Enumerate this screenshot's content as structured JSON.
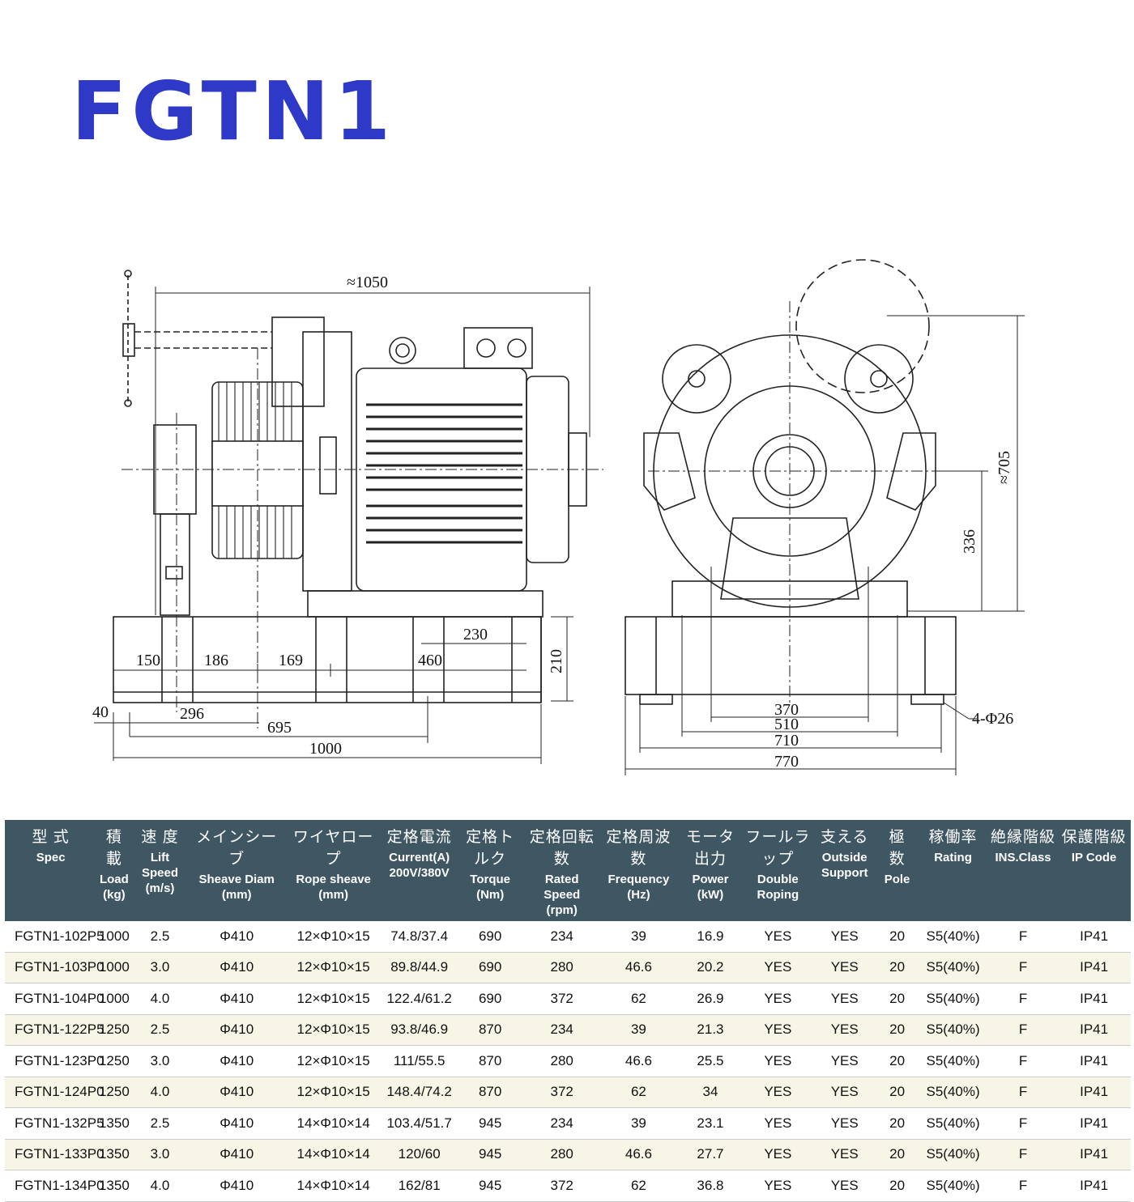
{
  "title": "FGTN1",
  "dimensions": {
    "side_view": [
      "≈1050",
      "230",
      "150",
      "186",
      "169",
      "460",
      "210",
      "40",
      "296",
      "695",
      "1000"
    ],
    "front_view": [
      "≈705",
      "336",
      "370",
      "510",
      "710",
      "770",
      "4-Φ26"
    ]
  },
  "table": {
    "headers": [
      {
        "jp": "型 式",
        "en": "Spec"
      },
      {
        "jp": "積 載",
        "en": "Load\n(kg)"
      },
      {
        "jp": "速 度",
        "en": "Lift Speed\n(m/s)"
      },
      {
        "jp": "メインシーブ",
        "en": "Sheave Diam\n(mm)"
      },
      {
        "jp": "ワイヤロープ",
        "en": "Rope sheave\n(mm)"
      },
      {
        "jp": "定格電流",
        "en": "Current(A)\n200V/380V"
      },
      {
        "jp": "定格トルク",
        "en": "Torque\n(Nm)"
      },
      {
        "jp": "定格回転数",
        "en": "Rated Speed\n(rpm)"
      },
      {
        "jp": "定格周波数",
        "en": "Frequency\n(Hz)"
      },
      {
        "jp": "モータ出力",
        "en": "Power\n(kW)"
      },
      {
        "jp": "フールラップ",
        "en": "Double\nRoping"
      },
      {
        "jp": "支える",
        "en": "Outside\nSupport"
      },
      {
        "jp": "極 数",
        "en": "Pole"
      },
      {
        "jp": "稼働率",
        "en": "Rating"
      },
      {
        "jp": "絶縁階級",
        "en": "INS.Class"
      },
      {
        "jp": "保護階級",
        "en": "IP Code"
      }
    ],
    "rows": [
      [
        "FGTN1-102P5",
        "1000",
        "2.5",
        "Φ410",
        "12×Φ10×15",
        "74.8/37.4",
        "690",
        "234",
        "39",
        "16.9",
        "YES",
        "YES",
        "20",
        "S5(40%)",
        "F",
        "IP41"
      ],
      [
        "FGTN1-103P0",
        "1000",
        "3.0",
        "Φ410",
        "12×Φ10×15",
        "89.8/44.9",
        "690",
        "280",
        "46.6",
        "20.2",
        "YES",
        "YES",
        "20",
        "S5(40%)",
        "F",
        "IP41"
      ],
      [
        "FGTN1-104P0",
        "1000",
        "4.0",
        "Φ410",
        "12×Φ10×15",
        "122.4/61.2",
        "690",
        "372",
        "62",
        "26.9",
        "YES",
        "YES",
        "20",
        "S5(40%)",
        "F",
        "IP41"
      ],
      [
        "FGTN1-122P5",
        "1250",
        "2.5",
        "Φ410",
        "12×Φ10×15",
        "93.8/46.9",
        "870",
        "234",
        "39",
        "21.3",
        "YES",
        "YES",
        "20",
        "S5(40%)",
        "F",
        "IP41"
      ],
      [
        "FGTN1-123P0",
        "1250",
        "3.0",
        "Φ410",
        "12×Φ10×15",
        "111/55.5",
        "870",
        "280",
        "46.6",
        "25.5",
        "YES",
        "YES",
        "20",
        "S5(40%)",
        "F",
        "IP41"
      ],
      [
        "FGTN1-124P0",
        "1250",
        "4.0",
        "Φ410",
        "12×Φ10×15",
        "148.4/74.2",
        "870",
        "372",
        "62",
        "34",
        "YES",
        "YES",
        "20",
        "S5(40%)",
        "F",
        "IP41"
      ],
      [
        "FGTN1-132P5",
        "1350",
        "2.5",
        "Φ410",
        "14×Φ10×14",
        "103.4/51.7",
        "945",
        "234",
        "39",
        "23.1",
        "YES",
        "YES",
        "20",
        "S5(40%)",
        "F",
        "IP41"
      ],
      [
        "FGTN1-133P0",
        "1350",
        "3.0",
        "Φ410",
        "14×Φ10×14",
        "120/60",
        "945",
        "280",
        "46.6",
        "27.7",
        "YES",
        "YES",
        "20",
        "S5(40%)",
        "F",
        "IP41"
      ],
      [
        "FGTN1-134P0",
        "1350",
        "4.0",
        "Φ410",
        "14×Φ10×14",
        "162/81",
        "945",
        "372",
        "62",
        "36.8",
        "YES",
        "YES",
        "20",
        "S5(40%)",
        "F",
        "IP41"
      ]
    ]
  }
}
